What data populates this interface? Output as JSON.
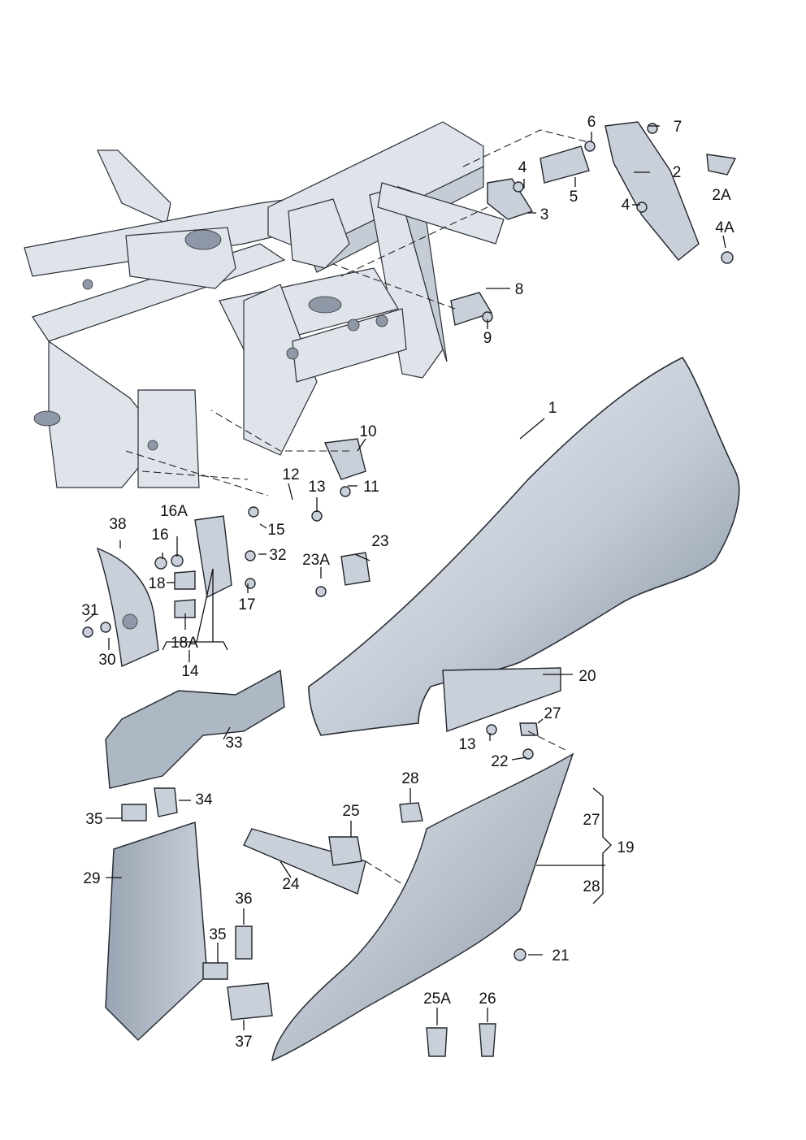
{
  "diagram": {
    "labels": [
      "1",
      "2",
      "2A",
      "3",
      "4",
      "4",
      "4A",
      "5",
      "6",
      "7",
      "8",
      "9",
      "10",
      "11",
      "12",
      "13",
      "13",
      "14",
      "15",
      "16",
      "16A",
      "17",
      "18",
      "18A",
      "19",
      "20",
      "21",
      "22",
      "23",
      "23A",
      "24",
      "25",
      "25A",
      "26",
      "27",
      "27",
      "28",
      "28",
      "29",
      "30",
      "31",
      "32",
      "33",
      "34",
      "35",
      "35",
      "36",
      "37",
      "38"
    ]
  }
}
